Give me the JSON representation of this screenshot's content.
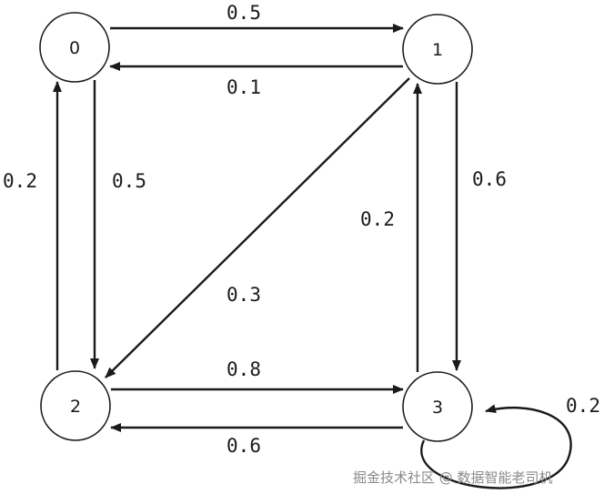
{
  "graph": {
    "nodes": [
      {
        "id": "0",
        "label": "0"
      },
      {
        "id": "1",
        "label": "1"
      },
      {
        "id": "2",
        "label": "2"
      },
      {
        "id": "3",
        "label": "3"
      }
    ],
    "edges": [
      {
        "from": "0",
        "to": "1",
        "weight": "0.5"
      },
      {
        "from": "1",
        "to": "0",
        "weight": "0.1"
      },
      {
        "from": "0",
        "to": "2",
        "weight": "0.5"
      },
      {
        "from": "2",
        "to": "0",
        "weight": "0.2"
      },
      {
        "from": "1",
        "to": "2",
        "weight": "0.3"
      },
      {
        "from": "1",
        "to": "3",
        "weight": "0.6"
      },
      {
        "from": "3",
        "to": "1",
        "weight": "0.2"
      },
      {
        "from": "2",
        "to": "3",
        "weight": "0.8"
      },
      {
        "from": "3",
        "to": "2",
        "weight": "0.6"
      },
      {
        "from": "3",
        "to": "3",
        "weight": "0.2"
      }
    ]
  },
  "watermark": "掘金技术社区 @ 数据智能老司机"
}
